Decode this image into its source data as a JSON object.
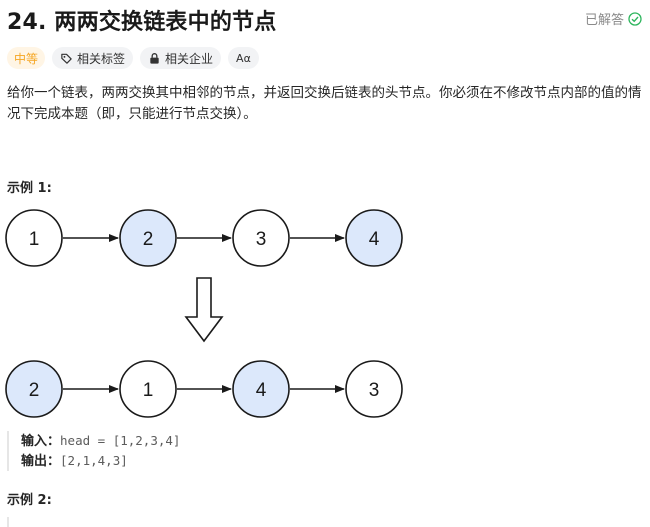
{
  "problem": {
    "title": "24. 两两交换链表中的节点",
    "status": "已解答",
    "difficulty": "中等",
    "tags": [
      {
        "label": "相关标签",
        "icon": "tag-icon"
      },
      {
        "label": "相关企业",
        "icon": "lock-icon"
      },
      {
        "label": "Aα",
        "icon": "translate-icon"
      }
    ],
    "description": "给你一个链表，两两交换其中相邻的节点，并返回交换后链表的头节点。你必须在不修改节点内部的值的情况下完成本题（即，只能进行节点交换）。"
  },
  "example1": {
    "label": "示例 1:",
    "before": [
      "1",
      "2",
      "3",
      "4"
    ],
    "after": [
      "2",
      "1",
      "4",
      "3"
    ],
    "input_label": "输入：",
    "input_value": "head = [1,2,3,4]",
    "output_label": "输出：",
    "output_value": "[2,1,4,3]"
  },
  "example2": {
    "label": "示例 2:"
  },
  "colors": {
    "highlight_node": "#dce8fb",
    "plain_node": "#ffffff",
    "stroke": "#1a1a1a",
    "difficulty_text": "#f5a623",
    "solved_check": "#2db55d"
  }
}
